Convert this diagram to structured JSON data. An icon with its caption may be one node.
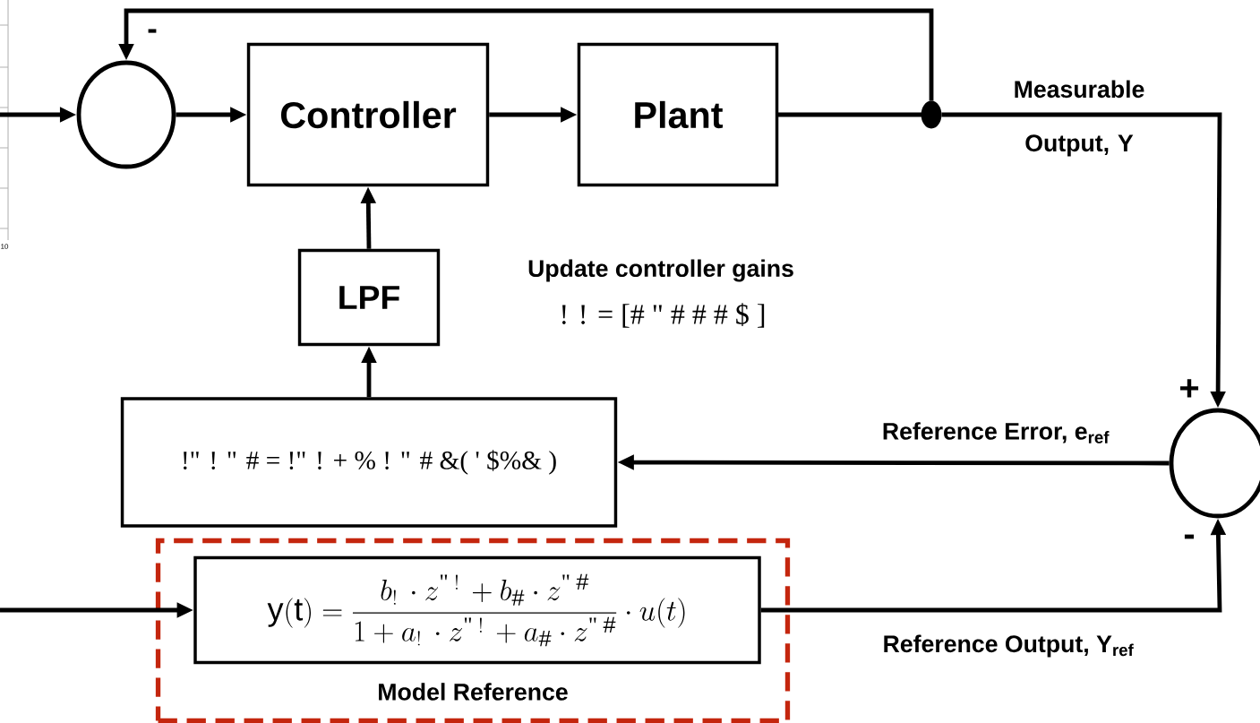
{
  "diagram": {
    "nodes": [
      {
        "text": [],
        "shape": "circle"
      },
      {
        "text": [
          "Controller"
        ]
      },
      {
        "text": [
          "Plant"
        ]
      },
      {
        "text": [],
        "shape": "circle"
      },
      {
        "text": [
          "LPF"
        ]
      },
      {
        "text": [
          "!\" ! \" # = !\" ! + % ! \" # &( ' $%& )"
        ]
      },
      {
        "text": [],
        "shape": "circle"
      },
      {
        "text": [
          "Model Reference"
        ]
      },
      {
        "text": [
          "\\mathrm{y(t)} = \\frac{b_{!}\\,\\cdot z^{\\text{\"}\\;!}\\, + b_{\\#}\\cdot z^{\\text{\"}\\;\\#}}{1 + a_{!}\\,\\cdot z^{\\text{\"}\\;!}\\, + a_{\\#}\\cdot z^{\\text{\"}\\;\\#}}\\cdot u(t)"
        ],
        "in": 7
      }
    ],
    "edges": [
      {
        "from": null,
        "to": 0,
        "arrow": "to"
      },
      {
        "from": 0,
        "to": 1,
        "arrow": "to"
      },
      {
        "from": 1,
        "to": 2,
        "arrow": "to"
      },
      {
        "from": 2,
        "to": 3,
        "arrow": "none"
      },
      {
        "from": 3,
        "to": 6,
        "arrow": "to",
        "label": "Measurable Output, Y"
      },
      {
        "from": 3,
        "to": 0,
        "arrow": "to"
      },
      {
        "from": 4,
        "to": 1,
        "arrow": "to"
      },
      {
        "from": 5,
        "to": 4,
        "arrow": "to"
      },
      {
        "from": 6,
        "to": 5,
        "arrow": "to",
        "label": "Reference Error, e$_{ref}$"
      },
      {
        "from": 8,
        "to": 6,
        "arrow": "to",
        "label": "Reference Output, Y$_{ref}$"
      },
      {
        "from": null,
        "to": 8,
        "arrow": "to"
      }
    ],
    "labels": [
      "10",
      "-",
      "Update controller gains",
      "! ! = [# \"   # #   # $ ]",
      "+",
      "-"
    ]
  }
}
